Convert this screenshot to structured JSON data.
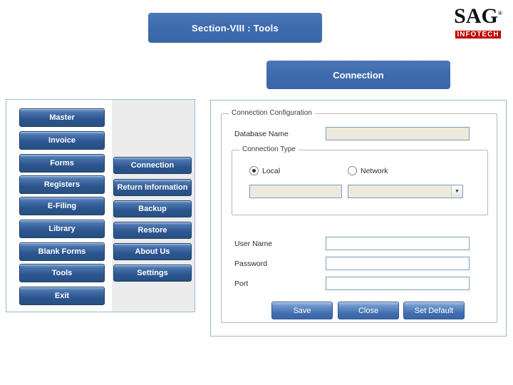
{
  "title_banner": {
    "text": "Section-VIII : Tools"
  },
  "section_banner": {
    "text": "Connection"
  },
  "logo": {
    "main": "SAG",
    "registered": "®",
    "sub": "INFOTECH"
  },
  "menu_window": {
    "left_buttons": [
      {
        "label": "Master"
      },
      {
        "label": "Invoice"
      },
      {
        "label": "Forms"
      },
      {
        "label": "Registers"
      },
      {
        "label": "E-Filing"
      },
      {
        "label": "Library"
      },
      {
        "label": "Blank Forms"
      },
      {
        "label": "Tools"
      },
      {
        "label": "Exit"
      }
    ],
    "right_buttons": [
      {
        "label": "Connection"
      },
      {
        "label": "Return Information"
      },
      {
        "label": "Backup"
      },
      {
        "label": "Restore"
      },
      {
        "label": "About Us"
      },
      {
        "label": "Settings"
      }
    ]
  },
  "connection_dialog": {
    "group_title": "Connection Configuration",
    "database_name": {
      "label": "Database Name",
      "value": ""
    },
    "connection_type": {
      "legend": "Connection Type",
      "local": {
        "label": "Local",
        "selected": true
      },
      "network": {
        "label": "Network",
        "selected": false
      },
      "local_combo_value": "",
      "network_combo_value": "",
      "dropdown_icon": "chevron-down-icon"
    },
    "user_name": {
      "label": "User Name",
      "value": ""
    },
    "password": {
      "label": "Password",
      "value": ""
    },
    "port": {
      "label": "Port",
      "value": ""
    },
    "buttons": [
      {
        "label": "Save"
      },
      {
        "label": "Close"
      },
      {
        "label": "Set Default"
      }
    ]
  }
}
